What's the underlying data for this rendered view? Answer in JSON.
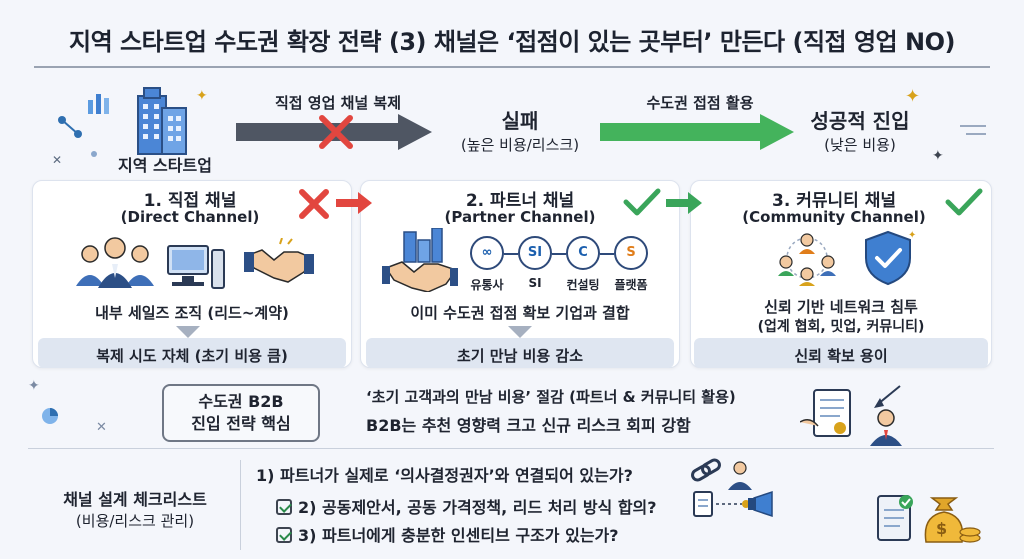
{
  "title": "지역 스타트업 수도권 확장 전략 (3) 채널은 ‘접점이 있는 곳부터’ 만든다 (직접 영업 NO)",
  "flow": {
    "start_label": "지역 스타트업",
    "arrow1_label": "직접 영업 채널 복제",
    "fail_label": "실패",
    "fail_sub": "(높은 비용/리스크)",
    "arrow2_label": "수도권 접점 활용",
    "success_label": "성공적 진입",
    "success_sub": "(낮은 비용)"
  },
  "channels": [
    {
      "title": "1. 직접 채널",
      "subtitle": "(Direct Channel)",
      "description": "내부 세일즈 조직 (리드~계약)",
      "footer": "복제 시도 자체 (초기 비용 큼)",
      "status": "fail"
    },
    {
      "title": "2. 파트너 채널",
      "subtitle": "(Partner Channel)",
      "partners": [
        "유통사",
        "SI",
        "컨설팅",
        "플랫폼"
      ],
      "description": "이미 수도권 접점 확보 기업과 결합",
      "footer": "초기 만남 비용 감소",
      "status": "ok"
    },
    {
      "title": "3. 커뮤니티 채널",
      "subtitle": "(Community Channel)",
      "description": "신뢰 기반 네트워크 침투",
      "description2": "(업계 협회, 밋업, 커뮤니티)",
      "footer": "신뢰 확보 용이",
      "status": "ok"
    }
  ],
  "core": {
    "line1": "수도권 B2B",
    "line2": "진입 전략 핵심",
    "point1": "‘초기 고객과의 만남 비용’ 절감 (파트너 & 커뮤니티 활용)",
    "point2": "B2B는 추천 영향력 크고 신규 리스크 회피 강함"
  },
  "checklist": {
    "label1": "채널 설계 체크리스트",
    "label2": "(비용/리스크 관리)",
    "items": [
      "1) 파트너가 실제로 ‘의사결정권자’와 연결되어 있는가?",
      "2) 공동제안서, 공동 가격정책, 리드 처리 방식 합의?",
      "3) 파트너에게 충분한 인센티브 구조가 있는가?"
    ]
  },
  "colors": {
    "fail_red": "#e2463f",
    "ok_green": "#3aa55a",
    "arrow_gray": "#4f5663",
    "accent_blue": "#2f6fd1"
  }
}
